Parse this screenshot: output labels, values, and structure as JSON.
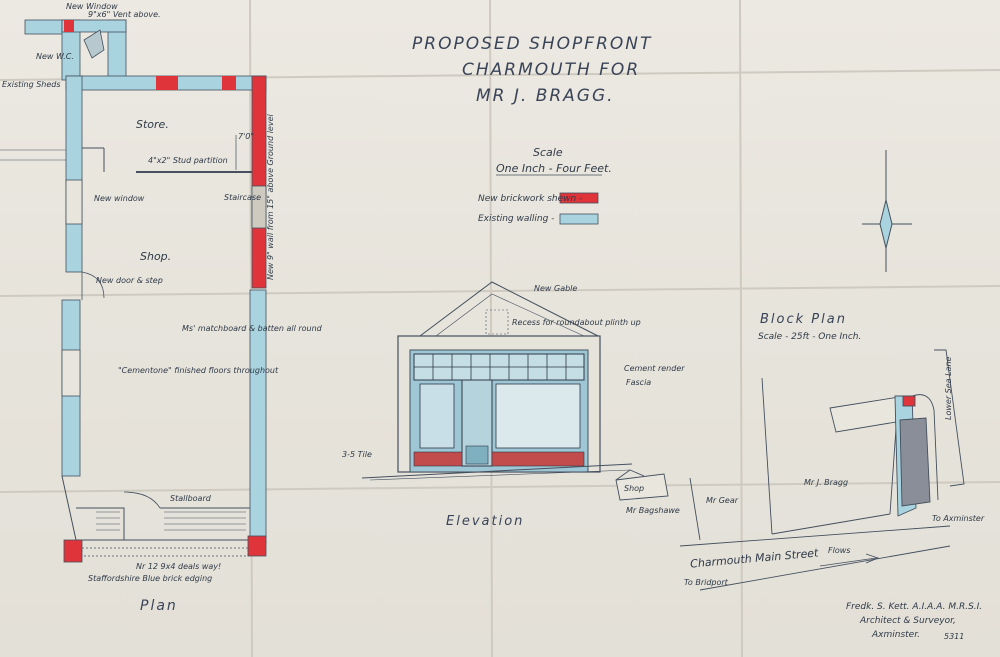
{
  "colors": {
    "paper": "#e9e6de",
    "ink": "#2f3a48",
    "new_brickwork": "#e0343b",
    "existing_walling": "#a9d3de",
    "elevation_blue": "#9fc6d4"
  },
  "title": {
    "line1": "PROPOSED SHOPFRONT",
    "line2": "CHARMOUTH FOR",
    "line3": "MR J. BRAGG."
  },
  "scale": {
    "heading": "Scale",
    "value": "One Inch - Four Feet."
  },
  "legend": {
    "new": "New brickwork shewn -",
    "existing": "Existing walling -"
  },
  "plan": {
    "title": "Plan",
    "new_window": "New Window",
    "vent_above": "9\"x6\" Vent above.",
    "wc": "New W.C.",
    "existing_sheds": "Existing Sheds",
    "store": "Store.",
    "stud_partition": "4\"x2\" Stud partition",
    "dim_7_0": "7'0\"",
    "new_window_side": "New window",
    "staircase": "Staircase",
    "wall_note": "New 9\" wall from 15\" above Ground level",
    "shop": "Shop.",
    "new_door": "New door & step",
    "matchboard": "Ms' matchboard & batten all round",
    "cementone": "\"Cementone\" finished floors throughout",
    "stallboard": "Stallboard",
    "deal_way": "Nr 12 9x4 deals way!",
    "stall_note": "Staffordshire Blue brick edging"
  },
  "elevation": {
    "title": "Elevation",
    "new_gable": "New Gable",
    "recess_note": "Recess for roundabout plinth up",
    "cement": "Cement render",
    "fascia": "Fascia",
    "tiles": "3-5 Tile"
  },
  "block_plan": {
    "title": "Block Plan",
    "scale": "Scale - 25ft - One Inch.",
    "lower_sea_lane": "Lower Sea Lane",
    "mr_gear": "Mr Gear",
    "mr_bragg": "Mr J. Bragg",
    "shop": "Shop",
    "mr_bagshawe": "Mr Bagshawe",
    "to_axminster": "To Axminster",
    "charmouth_main_street": "Charmouth Main Street",
    "to_bridport": "To Bridport",
    "flow": "Flows"
  },
  "signature": {
    "line1": "Fredk. S. Kett. A.I.A.A. M.R.S.I.",
    "line2": "Architect & Surveyor,",
    "line3": "Axminster.",
    "number": "5311"
  }
}
